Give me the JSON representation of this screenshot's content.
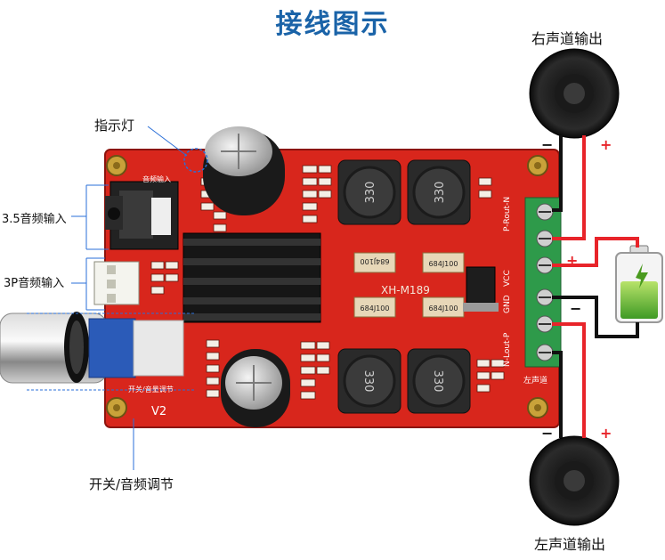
{
  "title": "接线图示",
  "labels": {
    "right_output": "右声道输出",
    "left_output": "左声道输出",
    "indicator": "指示灯",
    "input_35": "3.5音频输入",
    "input_3p": "3P音频输入",
    "switch_volume": "开关/音频调节"
  },
  "board": {
    "model": "XH-M189",
    "version": "V2",
    "inductor_a": "330",
    "inductor_b": "330",
    "inductor_c": "330",
    "inductor_d": "330",
    "cap_1": "684J100",
    "cap_2": "684J100",
    "cap_3": "684J100",
    "cap_4": "684J100",
    "terminal_label_top": "P-Rout-N",
    "terminal_label_vcc": "VCC",
    "terminal_label_gnd": "GND",
    "terminal_label_bot": "N-Lout-P",
    "silk_left_channel": "左声道",
    "silk_switch": "开关/音量调节",
    "silk_input": "音频输入"
  },
  "polarity": {
    "right_minus": "−",
    "right_plus": "+",
    "battery_plus": "+",
    "battery_minus": "−",
    "left_minus": "−",
    "left_plus": "+"
  },
  "colors": {
    "board_red": "#d8261c",
    "wire_red": "#e8242a",
    "wire_black": "#111111",
    "terminal_green": "#2e9a4a",
    "title_blue": "#1a63a8",
    "battery_green": "#6ac23a"
  }
}
